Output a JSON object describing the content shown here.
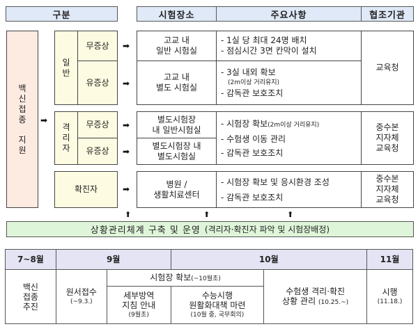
{
  "header": {
    "category": "구분",
    "venue": "시험장소",
    "key_points": "주요사항",
    "cooperating_agency": "협조기관"
  },
  "left_box": {
    "lines": [
      "백",
      "신",
      "접",
      "종",
      "",
      "지",
      "원"
    ]
  },
  "groups": [
    {
      "label_lines": [
        "일",
        "반"
      ],
      "rows": [
        {
          "symptom": "무증상",
          "venue_lines": [
            "고교 내",
            "일반 시험실"
          ]
        },
        {
          "symptom": "유증상",
          "venue_lines": [
            "고교 내",
            "별도 시험실"
          ]
        }
      ],
      "points_rows": [
        [
          "- 1실 당 최대 24명 배치",
          "- 점심시간 3면 칸막이 설치"
        ],
        [
          "- 3실 내외 확보",
          "(2m이상 거리유지)",
          "- 감독관 보호조치"
        ]
      ],
      "agency_lines": [
        "교육청"
      ]
    },
    {
      "label_lines": [
        "격",
        "리",
        "자"
      ],
      "rows": [
        {
          "symptom": "무증상",
          "venue_lines": [
            "별도시험장",
            "내 일반시험실"
          ]
        },
        {
          "symptom": "유증상",
          "venue_lines": [
            "별도시험장 내",
            "별도시험실"
          ]
        }
      ],
      "points": {
        "line1_main": "- 시험장 확보",
        "line1_sub": "(2m이상 거리유지)",
        "line2": "- 수험생 이동 관리",
        "line3": "- 감독관 보호조치"
      },
      "agency_lines": [
        "중수본",
        "지자체",
        "교육청"
      ]
    },
    {
      "label": "확진자",
      "venue_lines": [
        "병원 /",
        "생활치료센터"
      ],
      "points": [
        "- 시험장 확보 및 응시환경 조성",
        "- 감독관 보호조치"
      ],
      "agency_lines": [
        "중수본",
        "지자체",
        "교육청"
      ]
    }
  ],
  "icons": {
    "arrow_right": "➡",
    "arrow_up": "⬆"
  },
  "green_bar": {
    "text": "상황관리체계 구축 및 운영",
    "sub": "(격리자·확진자 파악 및 시험장배정)"
  },
  "schedule": {
    "months": [
      "7~8월",
      "9월",
      "10월",
      "11월"
    ],
    "vaccine": [
      "백신",
      "접종",
      "추진"
    ],
    "application": {
      "main": "원서접수",
      "sub": "(~9.3.)"
    },
    "venue_secure": {
      "main": "시험장 확보",
      "sub": "(~10월초)"
    },
    "guidelines": {
      "lines": [
        "세부방역",
        "지침 안내"
      ],
      "sub": "(9월초)"
    },
    "measures": {
      "lines": [
        "수능시행",
        "원활화대책 마련"
      ],
      "sub": "(10월 중, 국무회의)"
    },
    "management": {
      "line1": "수험생 격리·확진",
      "line2": "상황 관리",
      "sub": "(10.25.~)"
    },
    "exam": {
      "main": "시행",
      "sub": "(11.18.)"
    }
  }
}
